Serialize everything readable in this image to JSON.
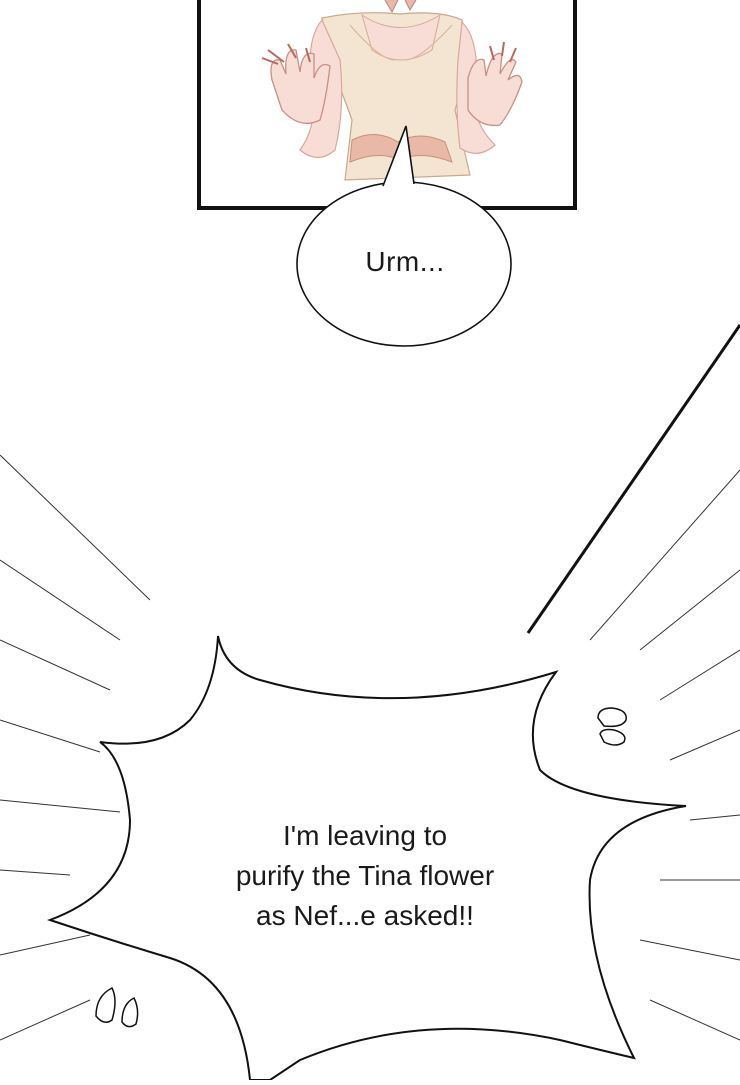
{
  "panel": {
    "bubble_small": {
      "text": "Urm..."
    },
    "bubble_large": {
      "lines": [
        "I'm leaving to",
        "purify the Tina flower",
        "as Nef...e asked!!"
      ]
    }
  },
  "colors": {
    "background": "#ffffff",
    "ink": "#111111",
    "skin": "#f8ddd6",
    "skin_shadow": "#e9b7ae",
    "dress": "#f3e5d2",
    "dress_shadow": "#e3c6a6",
    "dress_belt": "#e9b8a7"
  }
}
